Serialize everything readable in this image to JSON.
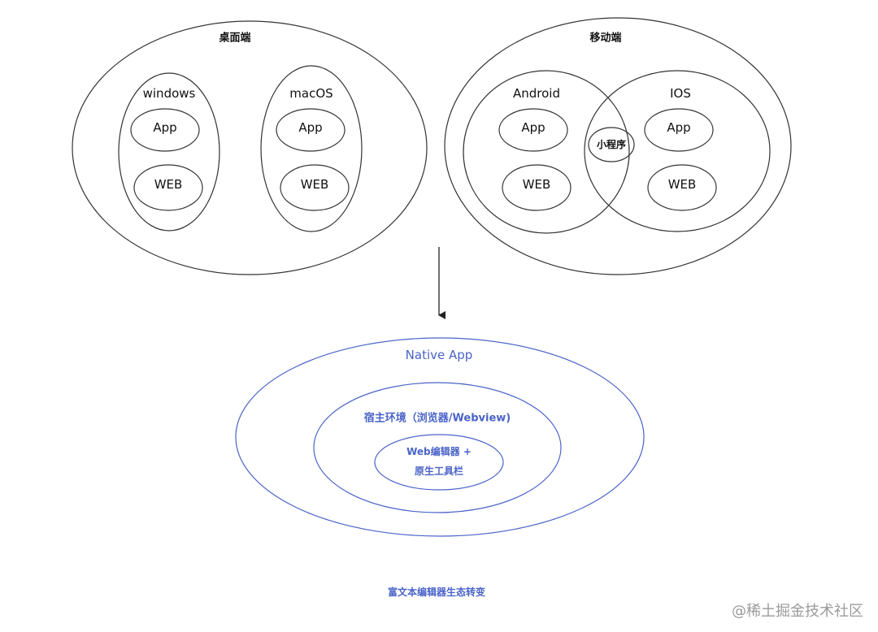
{
  "colors": {
    "black_line": "#333333",
    "black_text": "#111111",
    "blue_line": "#4a63c8",
    "blue_text": "#4a63c8",
    "watermark": "#9a9a9a"
  },
  "top_diagram": {
    "desktop": {
      "label": "桌面端",
      "windows": {
        "label": "windows",
        "app": "App",
        "web": "WEB"
      },
      "macos": {
        "label": "macOS",
        "app": "App",
        "web": "WEB"
      }
    },
    "mobile": {
      "label": "移动端",
      "android": {
        "label": "Android",
        "app": "App",
        "web": "WEB"
      },
      "ios": {
        "label": "IOS",
        "app": "App",
        "web": "WEB"
      },
      "mini_program": "小程序"
    }
  },
  "bottom_diagram": {
    "native_app": "Native App",
    "host_env": "宿主环境（浏览器/Webview)",
    "editor_line1": "Web编辑器 +",
    "editor_line2": "原生工具栏"
  },
  "caption": "富文本编辑器生态转变",
  "watermark": "@稀土掘金技术社区"
}
